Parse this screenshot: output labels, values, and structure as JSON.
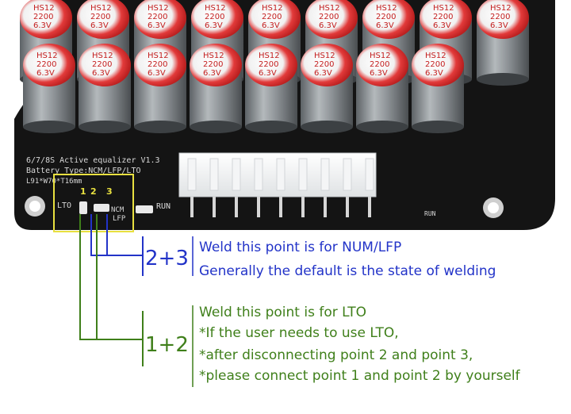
{
  "board": {
    "title": "6/7/8S Active equalizer V1.3",
    "battery_type": "Battery Type:NCM/LFP/LTO",
    "dimensions": "L91*W70*T16mm",
    "point_numbers": [
      "1",
      "2",
      "3"
    ],
    "label_lto": "LTO",
    "label_ncm": "NCM",
    "label_lfp": "LFP",
    "label_run": "RUN",
    "label_run_right": "RUN",
    "capacitor_label": [
      "HS12",
      "2200",
      "6.3V"
    ]
  },
  "annotation_blue": {
    "tag": "2+3",
    "line1": "Weld this point is for NUM/LFP",
    "line2": "Generally the default is the state of welding",
    "color": "#2233c8"
  },
  "annotation_green": {
    "tag": "1+2",
    "line1": "Weld this point is for LTO",
    "line2": "*If the user needs to use LTO,",
    "line3": "*after disconnecting point 2 and point 3,",
    "line4": "*please connect point 1 and point 2 by yourself",
    "color": "#3f7f1a"
  },
  "colors": {
    "pcb": "#141414",
    "capacitor_top": "#d42a2a",
    "capacitor_body": "#8a8f92",
    "highlight_box": "#e8e040"
  }
}
